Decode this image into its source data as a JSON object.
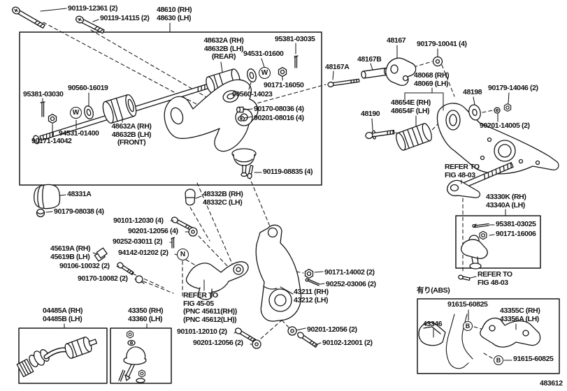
{
  "diagram": {
    "type": "exploded-parts-diagram",
    "drawing_number": "483612",
    "abs_note": "有り(ABS)",
    "markers": {
      "w": "W",
      "n": "N",
      "b": "B"
    },
    "labels": {
      "bolt_90119_12361": "90119-12361 (2)",
      "bolt_90119_14115": "90119-14115 (2)",
      "assy_48610": "48610 (RH)\n48630 (LH)",
      "bush_rear": "48632A (RH)\n48632B (LH)\n(REAR)",
      "pin_95381_03035": "95381-03035",
      "washer_94531_01600": "94531-01600",
      "nut_90171_16050": "90171-16050",
      "washer_90560_14023": "90560-14023",
      "bolt_90170_08036": "90170-08036 (4)",
      "nut_90201_08016": "90201-08016 (4)",
      "pin_95381_03030": "95381-03030",
      "washer_90560_16019": "90560-16019",
      "washer_94531_01400": "94531-01400",
      "nut_90171_14042": "90171-14042",
      "bush_front": "48632A (RH)\n48632B (LH)\n(FRONT)",
      "bolt_90119_08835": "90119-08835 (4)",
      "pivot_48167": "48167",
      "washer_90179_10041": "90179-10041 (4)",
      "collar_48167B": "48167B",
      "bolt_48167A": "48167A",
      "arm_48068": "48068 (RH)\n48069 (LH)",
      "bush_48654": "48654E (RH)\n48654F (LH)",
      "washer_48198": "48198",
      "washer_90179_14046": "90179-14046 (2)",
      "bolt_48190": "48190",
      "nut_90201_14005": "90201-14005 (2)",
      "refer_48_03_top": "REFER TO\nFIG 48-03",
      "arm_43330K": "43330K (RH)\n43340A (LH)",
      "pin_95381_03025": "95381-03025",
      "nut_90171_16006": "90171-16006",
      "refer_48_03_bottom": "REFER TO\nFIG 48-03",
      "bump_48331A": "48331A",
      "bolt_90179_08038": "90179-08038 (4)",
      "bump_48332B": "48332B (RH)\n48332C (LH)",
      "bolt_90101_12030": "90101-12030 (4)",
      "nut_90201_12056_a": "90201-12056 (4)",
      "pin_90252_03011": "90252-03011 (2)",
      "shim_45619": "45619A (RH)\n45619B (LH)",
      "nut_94142_01202": "94142-01202 (2)",
      "bolt_90106_10032": "90106-10032 (2)",
      "ball_90170_10082": "90170-10082 (2)",
      "refer_45_05": "REFER TO\nFIG 45-05\n(PNC 45611(RH))\n(PNC 45612(LH))",
      "nut_90171_14002": "90171-14002 (2)",
      "pin_90252_03006": "90252-03006 (2)",
      "knuckle_43211": "43211 (RH)\n43212 (LH)",
      "arm_04485": "04485A (RH)\n04485B (LH)",
      "kit_43350": "43350 (RH)\n43360 (LH)",
      "bolt_90101_12010": "90101-12010 (2)",
      "nut_90201_12056_b": "90201-12056 (2)",
      "nut_90201_12056_c": "90201-12056 (2)",
      "bolt_90102_12001": "90102-12001 (2)",
      "bolt_91615_60825_top": "91615-60825",
      "cover_43355C": "43355C (RH)\n43356A (LH)",
      "cover_43346": "43346",
      "bolt_91615_60825_bottom": "91615-60825"
    }
  }
}
